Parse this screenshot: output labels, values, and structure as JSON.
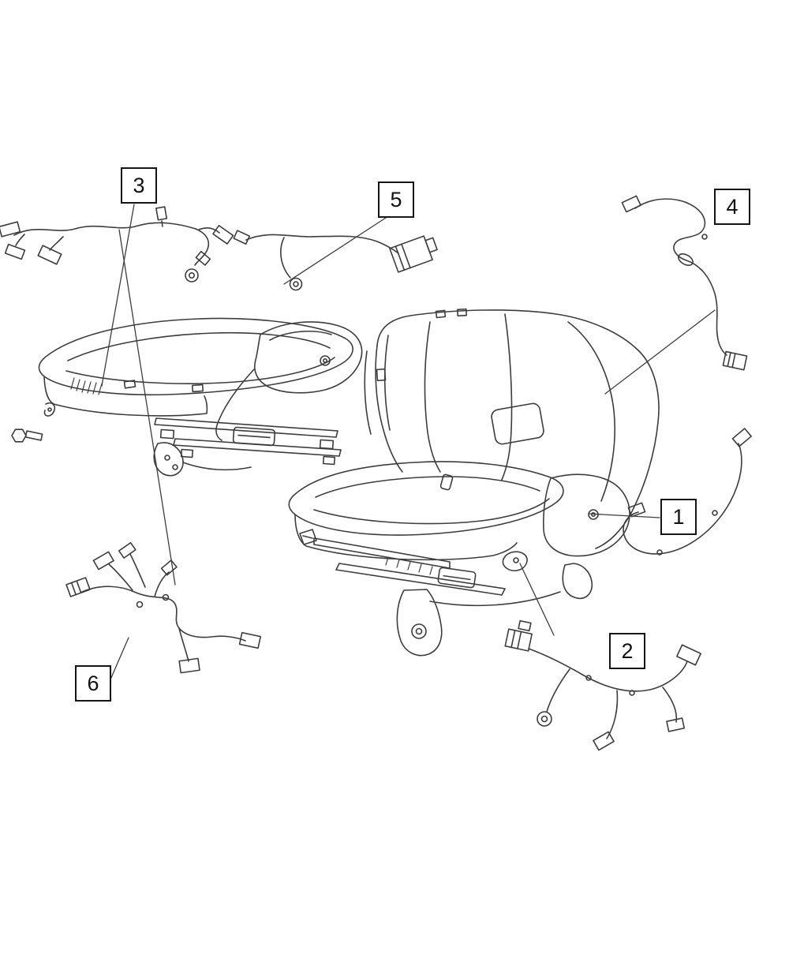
{
  "figure": {
    "type": "parts-diagram",
    "subject": "seat-wiring-harnesses",
    "background": "#ffffff",
    "line_color": "#3d3d3d",
    "callout_border": "#151515"
  },
  "callouts": [
    {
      "label": "1"
    },
    {
      "label": "2"
    },
    {
      "label": "3"
    },
    {
      "label": "4"
    },
    {
      "label": "5"
    },
    {
      "label": "6"
    }
  ]
}
